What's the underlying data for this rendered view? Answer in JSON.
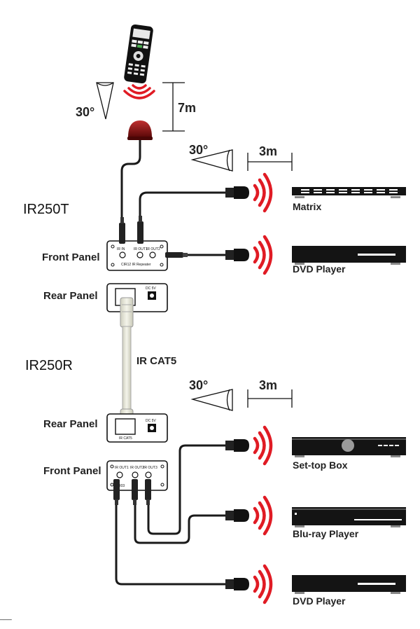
{
  "units": {
    "transmitter_name": "IR250T",
    "receiver_name": "IR250R"
  },
  "panels": {
    "front": "Front Panel",
    "rear": "Rear Panel",
    "front_r": "Front Panel",
    "rear_r": "Rear Panel"
  },
  "remote": {
    "angle": "30°",
    "distance": "7m"
  },
  "emitter_range_top": {
    "angle": "30°",
    "distance": "3m"
  },
  "emitter_range_bottom": {
    "angle": "30°",
    "distance": "3m"
  },
  "cable_label": "IR CAT5",
  "devices": [
    "Matrix",
    "DVD Player",
    "Set-top Box",
    "Blu-ray Player",
    "DVD Player"
  ],
  "port_labels": {
    "t_front_model": "CIR12  IR Repeater",
    "t_front_ir_in": "IR IN",
    "t_front_out1": "IR OUT1",
    "t_front_out2": "IR OUT2",
    "t_rear_dc": "DC 5V",
    "r_rear_dc": "DC 5V",
    "r_rear_cat5": "IR CAT5",
    "r_front_out1": "IR OUT1",
    "r_front_out2": "IR OUT2",
    "r_front_out3": "IR OUT3",
    "r_front_model": "CIR03"
  },
  "colors": {
    "wave_red": "#e01b24",
    "sensor_red": "#8e1010",
    "cable_black": "#1a1a1a",
    "cat5_beige": "#e9e9dc",
    "device_black": "#141414"
  },
  "footer_mark": "___"
}
